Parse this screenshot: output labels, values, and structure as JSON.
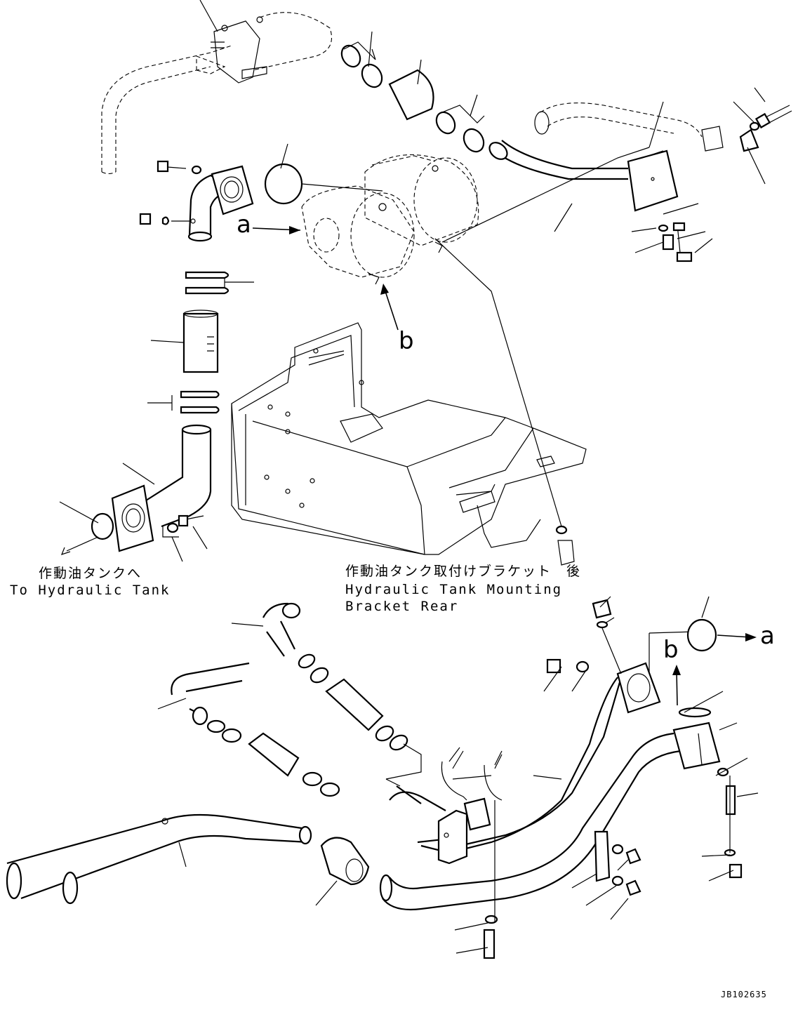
{
  "diagram": {
    "callouts": {
      "a_upper": "a",
      "b_upper": "b",
      "a_lower": "a",
      "b_lower": "b"
    },
    "captions": {
      "to_tank_jp": "作動油タンクへ",
      "to_tank_en": "To Hydraulic Tank",
      "bracket_jp": "作動油タンク取付けブラケット　後",
      "bracket_en_1": "Hydraulic Tank Mounting",
      "bracket_en_2": "Bracket Rear"
    },
    "drawing_ref": "JB102635"
  }
}
